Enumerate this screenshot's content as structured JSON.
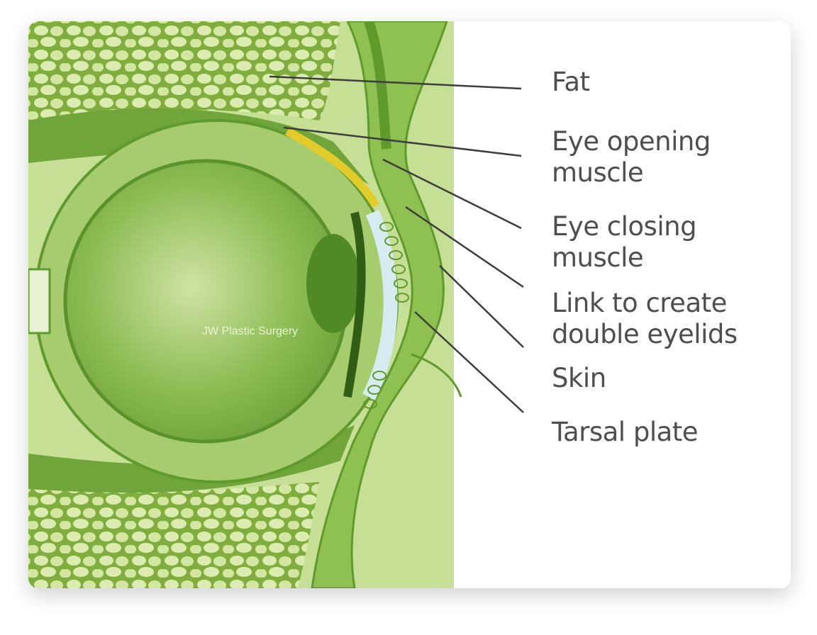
{
  "diagram": {
    "watermark": "JW Plastic Surgery",
    "labels": [
      {
        "id": "fat",
        "lines": [
          "Fat"
        ]
      },
      {
        "id": "eye-opening-muscle",
        "lines": [
          "Eye opening",
          "muscle"
        ]
      },
      {
        "id": "eye-closing-muscle",
        "lines": [
          "Eye closing",
          "muscle"
        ]
      },
      {
        "id": "double-eyelid-link",
        "lines": [
          "Link to create",
          "double eyelids"
        ]
      },
      {
        "id": "skin",
        "lines": [
          "Skin"
        ]
      },
      {
        "id": "tarsal-plate",
        "lines": [
          "Tarsal plate"
        ]
      }
    ],
    "colors": {
      "dark_green": "#5f9a2e",
      "mid_green": "#8dbb4c",
      "light_green": "#c8e09a",
      "yellow": "#e3cc2a",
      "text": "#4e4e4e"
    }
  }
}
